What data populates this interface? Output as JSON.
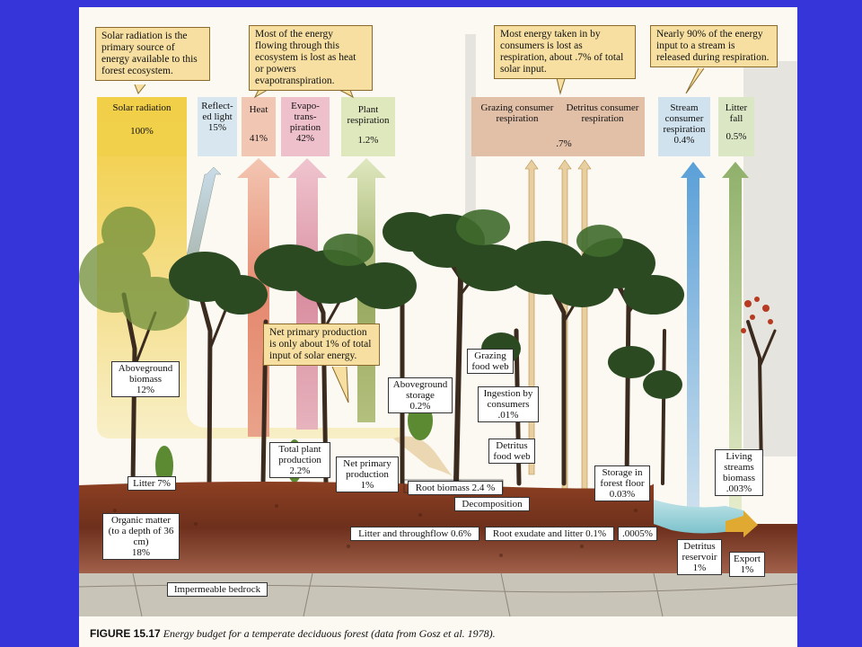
{
  "callouts": {
    "solar": "Solar radiation is the primary source of energy available to this forest ecosystem.",
    "heat": "Most of the energy flowing through this ecosystem is lost as heat or powers evapotranspiration.",
    "consumers": "Most energy taken in by consumers is lost as respiration, about .7% of total solar input.",
    "stream": "Nearly 90% of the energy input to a stream is released during respiration.",
    "npp": "Net primary production is only about 1% of total input of solar energy."
  },
  "columns": {
    "solar": {
      "label": "Solar radiation",
      "value": "100%"
    },
    "reflected": {
      "label": "Reflect-ed light",
      "value": "15%"
    },
    "heat": {
      "label": "Heat",
      "value": "41%"
    },
    "evapo": {
      "label": "Evapo-trans-piration",
      "value": "42%"
    },
    "plant_resp": {
      "label": "Plant respiration",
      "value": "1.2%"
    },
    "grazing_resp": {
      "label": "Grazing consumer respiration"
    },
    "detritus_resp": {
      "label": "Detritus consumer respiration"
    },
    "consumer_value": ".7%",
    "stream_resp": {
      "label": "Stream consumer respiration",
      "value": "0.4%"
    },
    "litter_fall": {
      "label": "Litter fall",
      "value": "0.5%"
    }
  },
  "boxes": {
    "aboveground_biomass": {
      "label": "Aboveground biomass",
      "value": "12%"
    },
    "litter": "Litter 7%",
    "organic_matter": {
      "label": "Organic matter (to a depth of 36 cm)",
      "value": "18%"
    },
    "bedrock": "Impermeable bedrock",
    "total_plant": {
      "label": "Total plant production",
      "value": "2.2%"
    },
    "npp": {
      "label": "Net primary production",
      "value": "1%"
    },
    "aboveground_storage": {
      "label": "Aboveground storage",
      "value": "0.2%"
    },
    "grazing_web": "Grazing food web",
    "ingestion": {
      "label": "Ingestion by consumers",
      "value": ".01%"
    },
    "detritus_web": "Detritus food web",
    "root_biomass": "Root biomass 2.4 %",
    "decomposition": "Decomposition",
    "litter_throughflow": "Litter and throughflow 0.6%",
    "root_exudate": "Root exudate and litter 0.1%",
    "small": ".0005%",
    "storage_floor": {
      "label": "Storage in forest floor",
      "value": "0.03%"
    },
    "living_streams": {
      "label": "Living streams biomass",
      "value": ".003%"
    },
    "detritus_reservoir": {
      "label": "Detritus reservoir",
      "value": "1%"
    },
    "export": {
      "label": "Export",
      "value": "1%"
    }
  },
  "caption": {
    "figure": "FIGURE 15.17",
    "text": "Energy budget for a temperate deciduous forest (data from Gosz et al. 1978)."
  },
  "colors": {
    "background_blue": "#3535d9",
    "callout_fill": "#f6dfa1",
    "solar_yellow": "#f3d25a",
    "heat_red": "#e07f6a",
    "evapo_pink": "#d98ea0",
    "plant_green": "#8ea25a",
    "consumer_tan": "#d9a985",
    "stream_blue": "#8fb8d8",
    "soil_brown": "#7a3a22"
  }
}
